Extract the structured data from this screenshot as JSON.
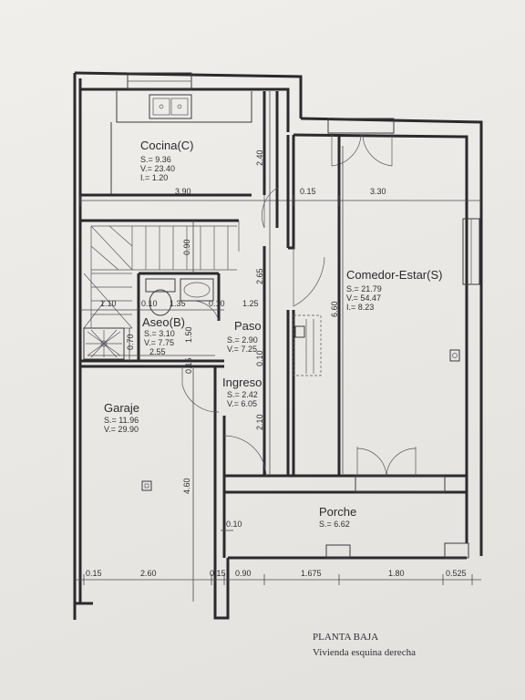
{
  "plan": {
    "rooms": {
      "cocina": {
        "name": "Cocina(C)",
        "s": "S.= 9.36",
        "v": "V.= 23.40",
        "i": "I.= 1.20"
      },
      "comedor": {
        "name": "Comedor-Estar(S)",
        "s": "S.= 21.79",
        "v": "V.= 54.47",
        "i": "I.= 8.23"
      },
      "aseo": {
        "name": "Aseo(B)",
        "s": "S.= 3.10",
        "v": "V.= 7.75"
      },
      "paso": {
        "name": "Paso",
        "s": "S.= 2.90",
        "v": "V.= 7.25"
      },
      "ingreso": {
        "name": "Ingreso",
        "s": "S.= 2.42",
        "v": "V.= 6.05"
      },
      "garaje": {
        "name": "Garaje",
        "s": "S.= 11.96",
        "v": "V.= 29.90"
      },
      "porche": {
        "name": "Porche",
        "s": "S.= 6.62"
      }
    },
    "dims": {
      "d390": "3.90",
      "d015a": "0.15",
      "d330": "3.30",
      "d240": "2.40",
      "d090": "0.90",
      "d265": "2.65",
      "d110": "1.10",
      "d010a": "0.10",
      "d135": "1.35",
      "d010b": "0.10",
      "d125": "1.25",
      "d660": "6.60",
      "d070": "0.70",
      "d255": "2.55",
      "d150": "1.50",
      "d015b": "0.15",
      "d010c": "0.10",
      "d210": "2.10",
      "d460": "4.60",
      "d010d": "0.10",
      "b015": "0.15",
      "b260": "2.60",
      "b015b": "0.15",
      "b090": "0.90",
      "b1675": "1.675",
      "b180": "1.80",
      "b0525": "0.525"
    },
    "caption": {
      "line1": "PLANTA BAJA",
      "line2": "Vivienda esquina derecha"
    }
  }
}
